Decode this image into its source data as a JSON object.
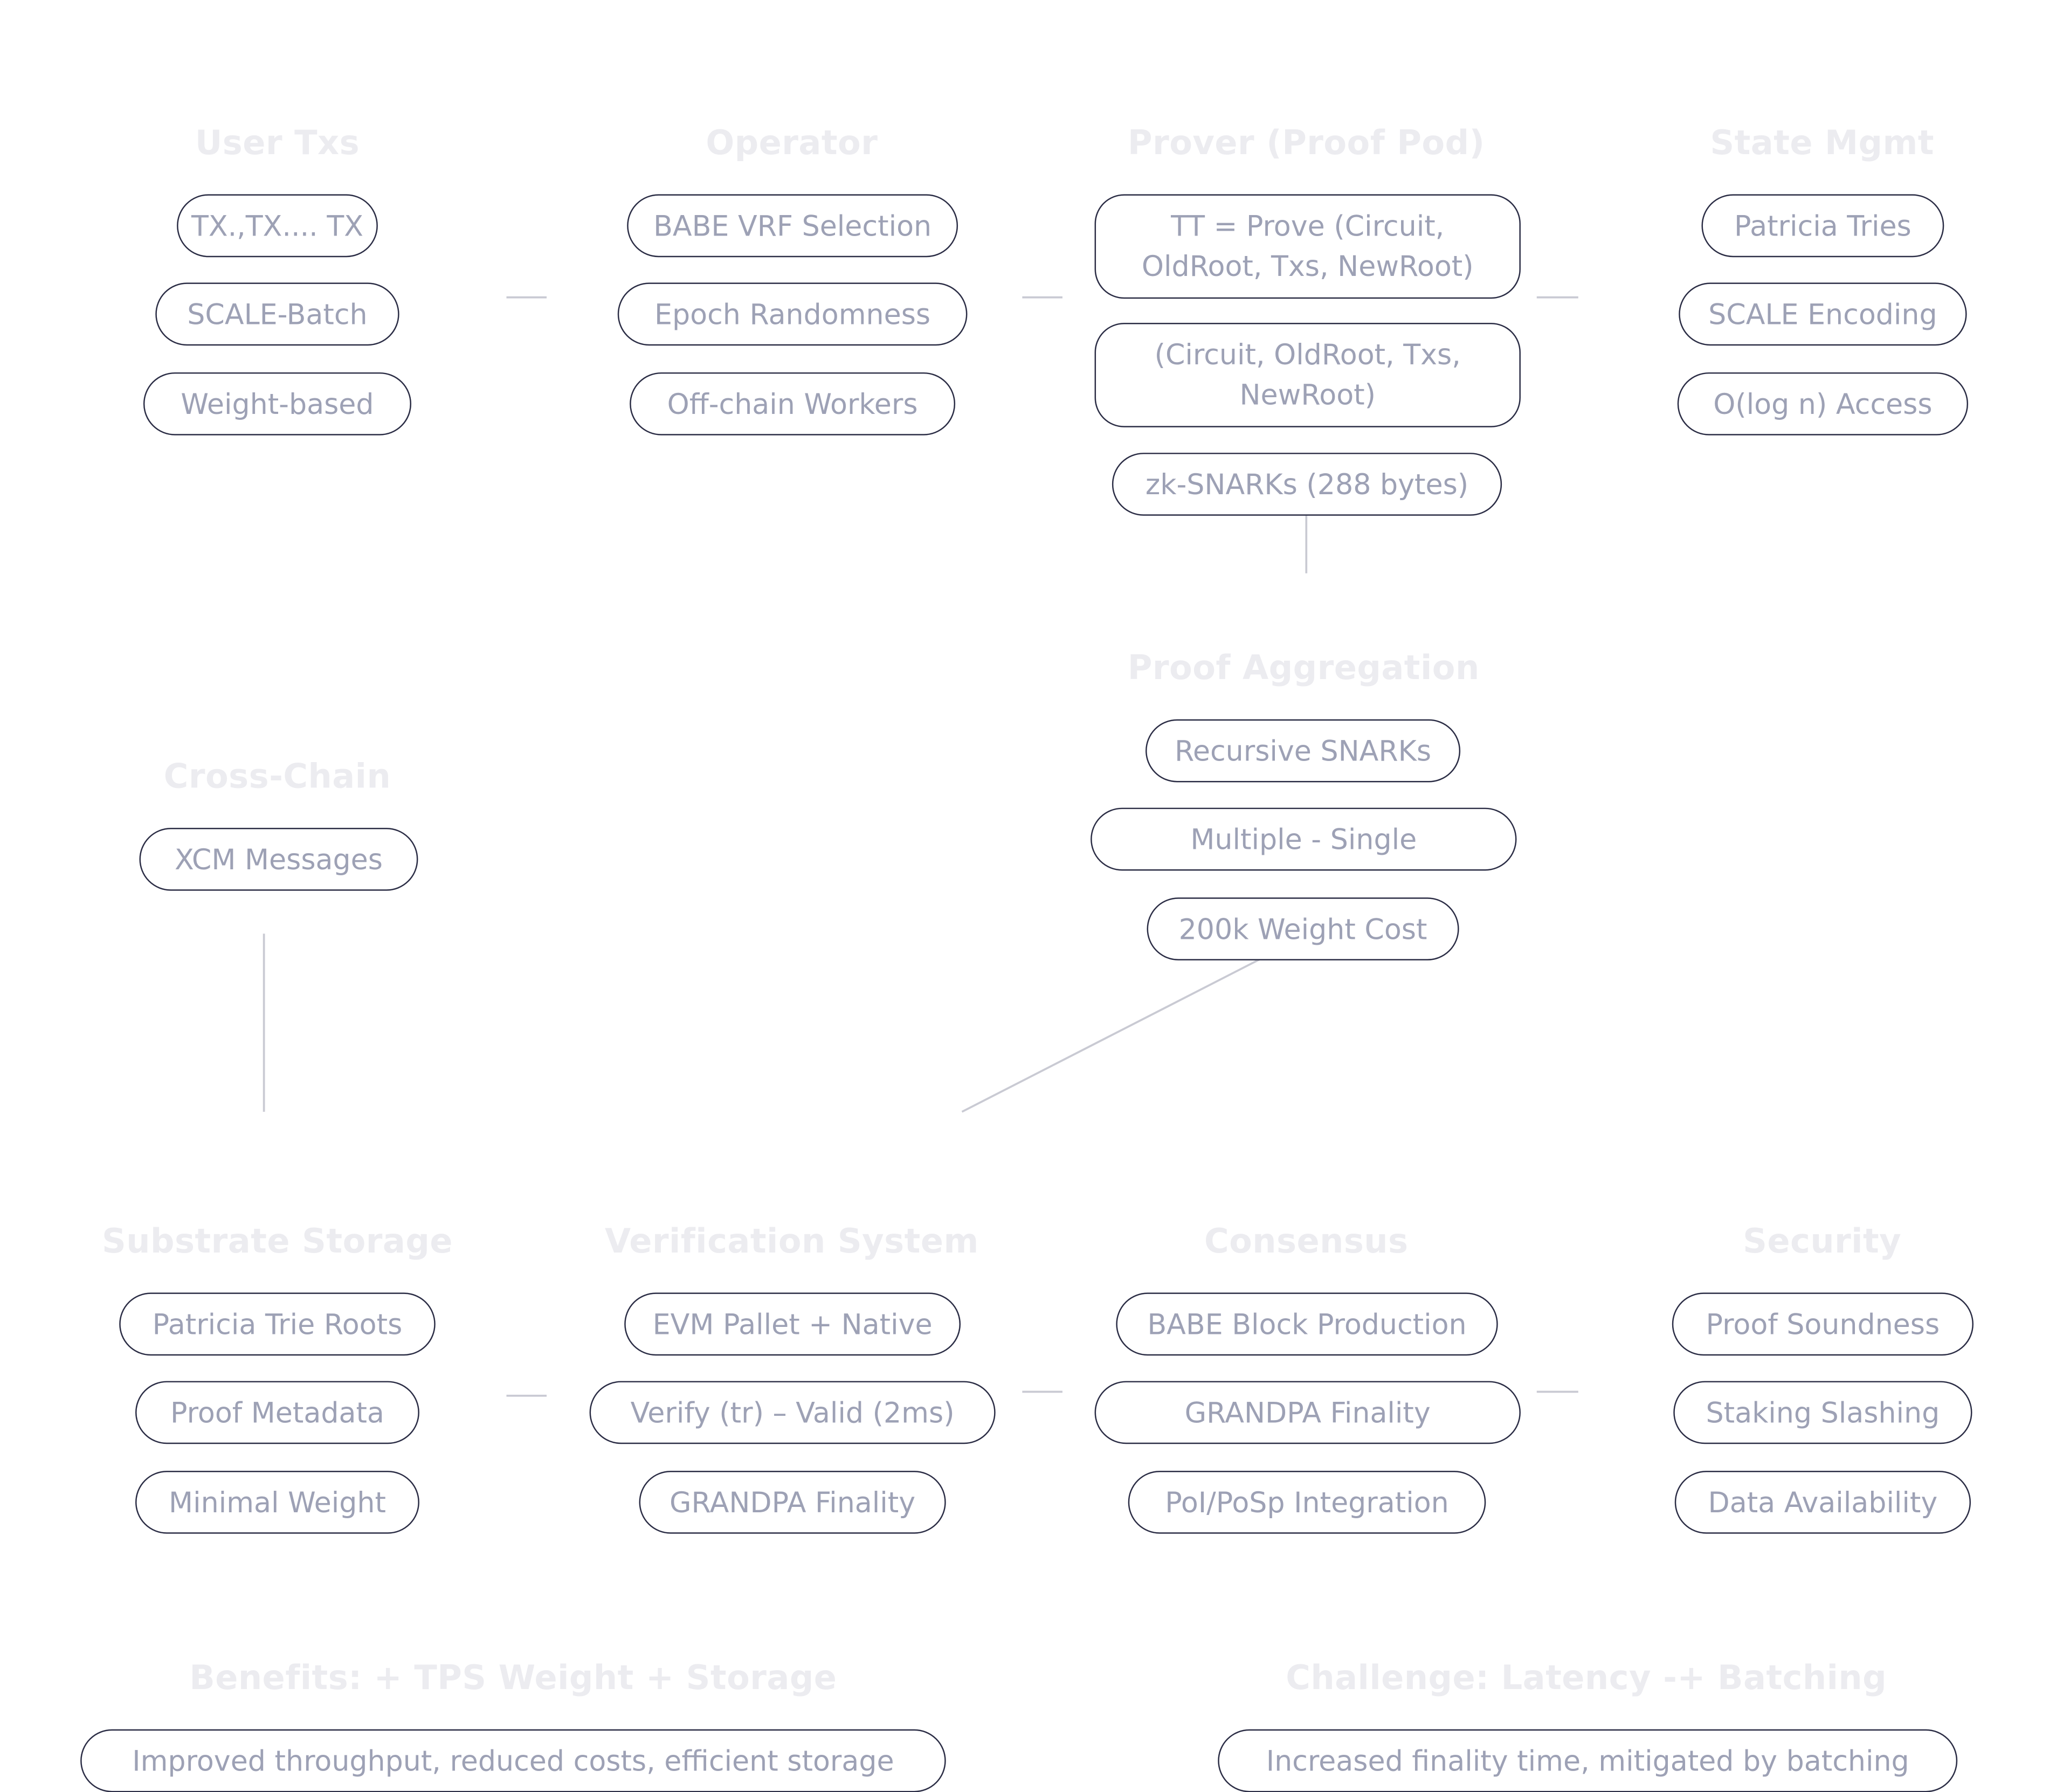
{
  "groups": {
    "user_txs": {
      "title": "User Txs",
      "items": [
        "TX.,TX.... TX",
        "SCALE-Batch",
        "Weight-based"
      ]
    },
    "operator": {
      "title": "Operator",
      "items": [
        "BABE VRF Selection",
        "Epoch Randomness",
        "Off-chain Workers"
      ]
    },
    "prover": {
      "title": "Prover (Proof Pod)",
      "items": [
        "TT = Prove (Circuit, OldRoot, Txs, NewRoot)",
        "(Circuit, OldRoot, Txs, NewRoot)",
        "zk-SNARKs (288 bytes)"
      ]
    },
    "state_mgmt": {
      "title": "State Mgmt",
      "items": [
        "Patricia Tries",
        "SCALE Encoding",
        "O(log n) Access"
      ]
    },
    "proof_aggregation": {
      "title": "Proof Aggregation",
      "items": [
        "Recursive SNARKs",
        "Multiple - Single",
        "200k Weight Cost"
      ]
    },
    "cross_chain": {
      "title": "Cross-Chain",
      "items": [
        "XCM Messages"
      ]
    },
    "substrate_storage": {
      "title": "Substrate Storage",
      "items": [
        "Patricia Trie Roots",
        "Proof Metadata",
        "Minimal Weight"
      ]
    },
    "verification_system": {
      "title": "Verification System",
      "items": [
        "EVM Pallet + Native",
        "Verify (tr) – Valid (2ms)",
        "GRANDPA Finality"
      ]
    },
    "consensus": {
      "title": "Consensus",
      "items": [
        "BABE Block Production",
        "GRANDPA Finality",
        "PoI/PoSp Integration"
      ]
    },
    "security": {
      "title": "Security",
      "items": [
        "Proof Soundness",
        "Staking Slashing",
        "Data Availability"
      ]
    },
    "benefits": {
      "title": "Benefits: + TPS Weight + Storage",
      "items": [
        "Improved throughput, reduced costs, efficient storage"
      ]
    },
    "challenge": {
      "title": "Challenge: Latency -+ Batching",
      "items": [
        "Increased finality time, mitigated by batching"
      ]
    }
  },
  "colors": {
    "title_text": "#ececf0",
    "pill_text": "#9da1b5",
    "pill_border": "#2b2d45",
    "connector": "#c9cad3"
  }
}
